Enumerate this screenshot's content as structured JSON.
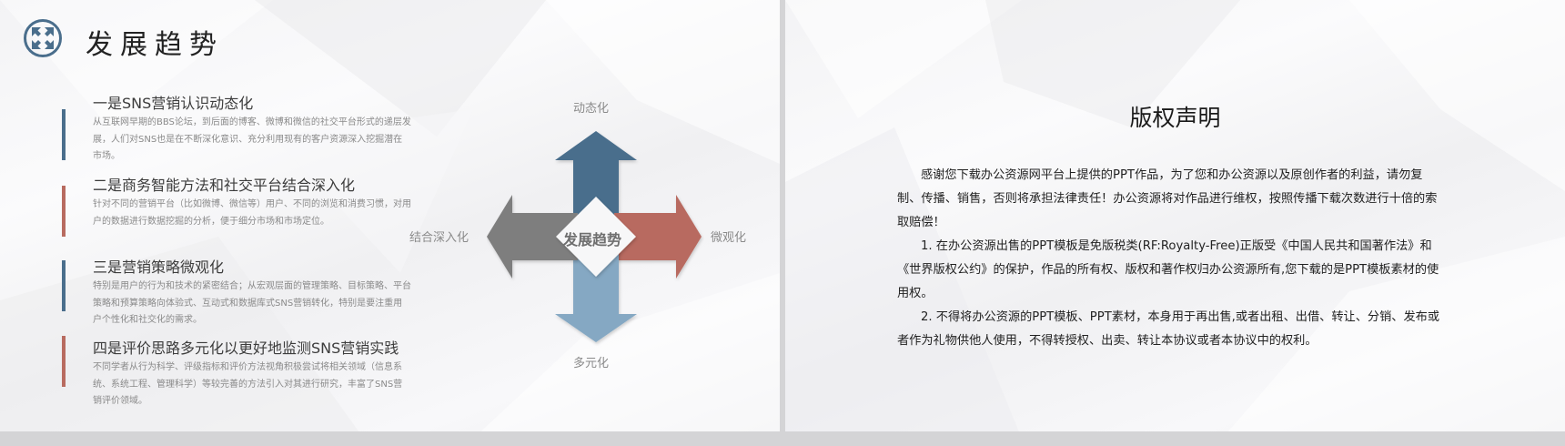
{
  "left_slide": {
    "title": "发展趋势",
    "header_icon": "arrows-expand-icon",
    "items": [
      {
        "title": "一是SNS营销认识动态化",
        "description": "从互联网早期的BBS论坛，到后面的博客、微博和微信的社交平台形式的递层发展，人们对SNS也是在不断深化意识、充分利用现有的客户资源深入挖掘潜在市场。",
        "bar_color": "#4a6e8c"
      },
      {
        "title": "二是商务智能方法和社交平台结合深入化",
        "description": "针对不同的营销平台（比如微博、微信等）用户、不同的浏览和消费习惯，对用户的数据进行数据挖掘的分析，便于细分市场和市场定位。",
        "bar_color": "#b86b60"
      },
      {
        "title": "三是营销策略微观化",
        "description": "特别是用户的行为和技术的紧密结合；从宏观层面的管理策略、目标策略、平台策略和预算策略向体验式、互动式和数据库式SNS营销转化，特别是要注重用户个性化和社交化的需求。",
        "bar_color": "#4a6e8c"
      },
      {
        "title": "四是评价思路多元化以更好地监测SNS营销实践",
        "description": "不同学者从行为科学、评级指标和评价方法视角积极尝试将相关领域（信息系统、系统工程、管理科学）等较完善的方法引入对其进行研究，丰富了SNS营销评价领域。",
        "bar_color": "#b86b60"
      }
    ],
    "diagram": {
      "center": "发展趋势",
      "up": {
        "label": "动态化",
        "color": "#4a6e8c"
      },
      "right": {
        "label": "微观化",
        "color": "#b86b60"
      },
      "down": {
        "label": "多元化",
        "color": "#85a8c3"
      },
      "left": {
        "label": "结合深入化",
        "color": "#7e7e7e"
      }
    }
  },
  "right_slide": {
    "title": "版权声明",
    "paragraphs": [
      "感谢您下载办公资源网平台上提供的PPT作品，为了您和办公资源以及原创作者的利益，请勿复制、传播、销售，否则将承担法律责任！办公资源将对作品进行维权，按照传播下载次数进行十倍的索取赔偿！",
      "1. 在办公资源出售的PPT模板是免版税类(RF:Royalty-Free)正版受《中国人民共和国著作法》和《世界版权公约》的保护，作品的所有权、版权和著作权归办公资源所有,您下载的是PPT模板素材的使用权。",
      "2. 不得将办公资源的PPT模板、PPT素材，本身用于再出售,或者出租、出借、转让、分销、发布或者作为礼物供他人使用，不得转授权、出卖、转让本协议或者本协议中的权利。"
    ]
  }
}
